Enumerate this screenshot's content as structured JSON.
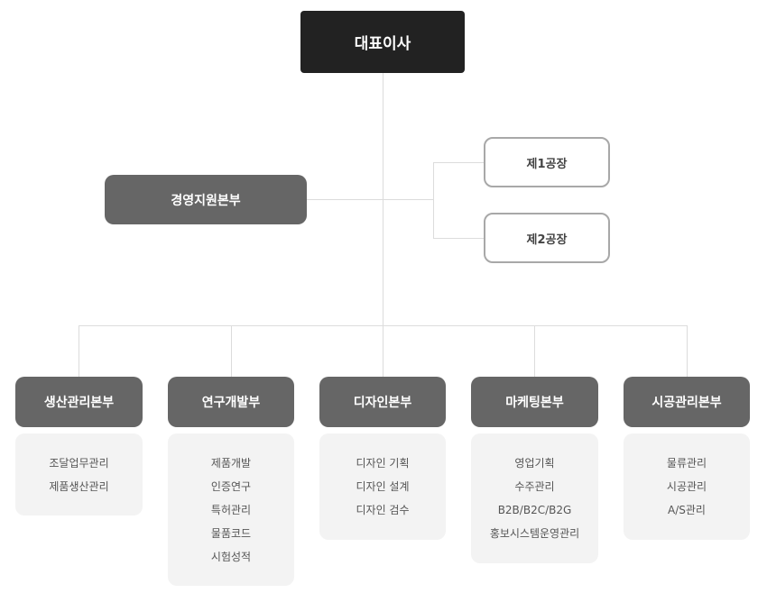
{
  "ceo": "대표이사",
  "support": "경영지원본부",
  "factories": [
    "제1공장",
    "제2공장"
  ],
  "divisions": [
    {
      "name": "생산관리본부",
      "items": [
        "조달업무관리",
        "제품생산관리"
      ]
    },
    {
      "name": "연구개발부",
      "items": [
        "제품개발",
        "인증연구",
        "특허관리",
        "물품코드",
        "시험성적"
      ]
    },
    {
      "name": "디자인본부",
      "items": [
        "디자인 기획",
        "디자인 설계",
        "디자인 검수"
      ]
    },
    {
      "name": "마케팅본부",
      "items": [
        "영업기획",
        "수주관리",
        "B2B/B2C/B2G",
        "홍보시스템운영관리"
      ]
    },
    {
      "name": "시공관리본부",
      "items": [
        "물류관리",
        "시공관리",
        "A/S관리"
      ]
    }
  ],
  "colors": {
    "ceo": "#222222",
    "division": "#666666",
    "line": "#dcdcdc",
    "sub_bg": "#f3f3f3"
  }
}
